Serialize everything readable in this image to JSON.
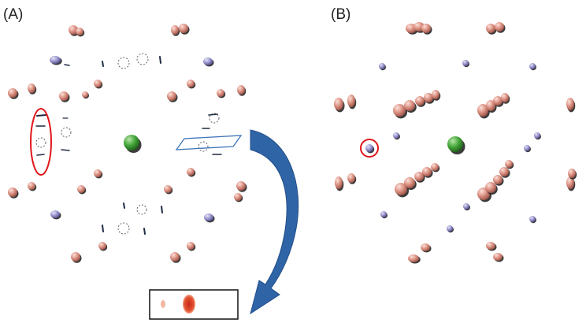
{
  "panels": [
    {
      "id": "A",
      "label": "(A)"
    },
    {
      "id": "B",
      "label": "(B)"
    }
  ],
  "colors": {
    "pink": "#d99084",
    "pink_dark": "#a2574b",
    "purple": "#8a86c2",
    "green": "#3c9a34",
    "red_outline": "#e0161a",
    "arrow_blue": "#2f64a6",
    "plane_blue": "#3b73b9",
    "inset_red": "#d23b1a"
  },
  "icons": {
    "arrow": "curved-arrow-icon",
    "plane": "plane-parallelogram-icon",
    "center": "green-sphere-icon"
  }
}
